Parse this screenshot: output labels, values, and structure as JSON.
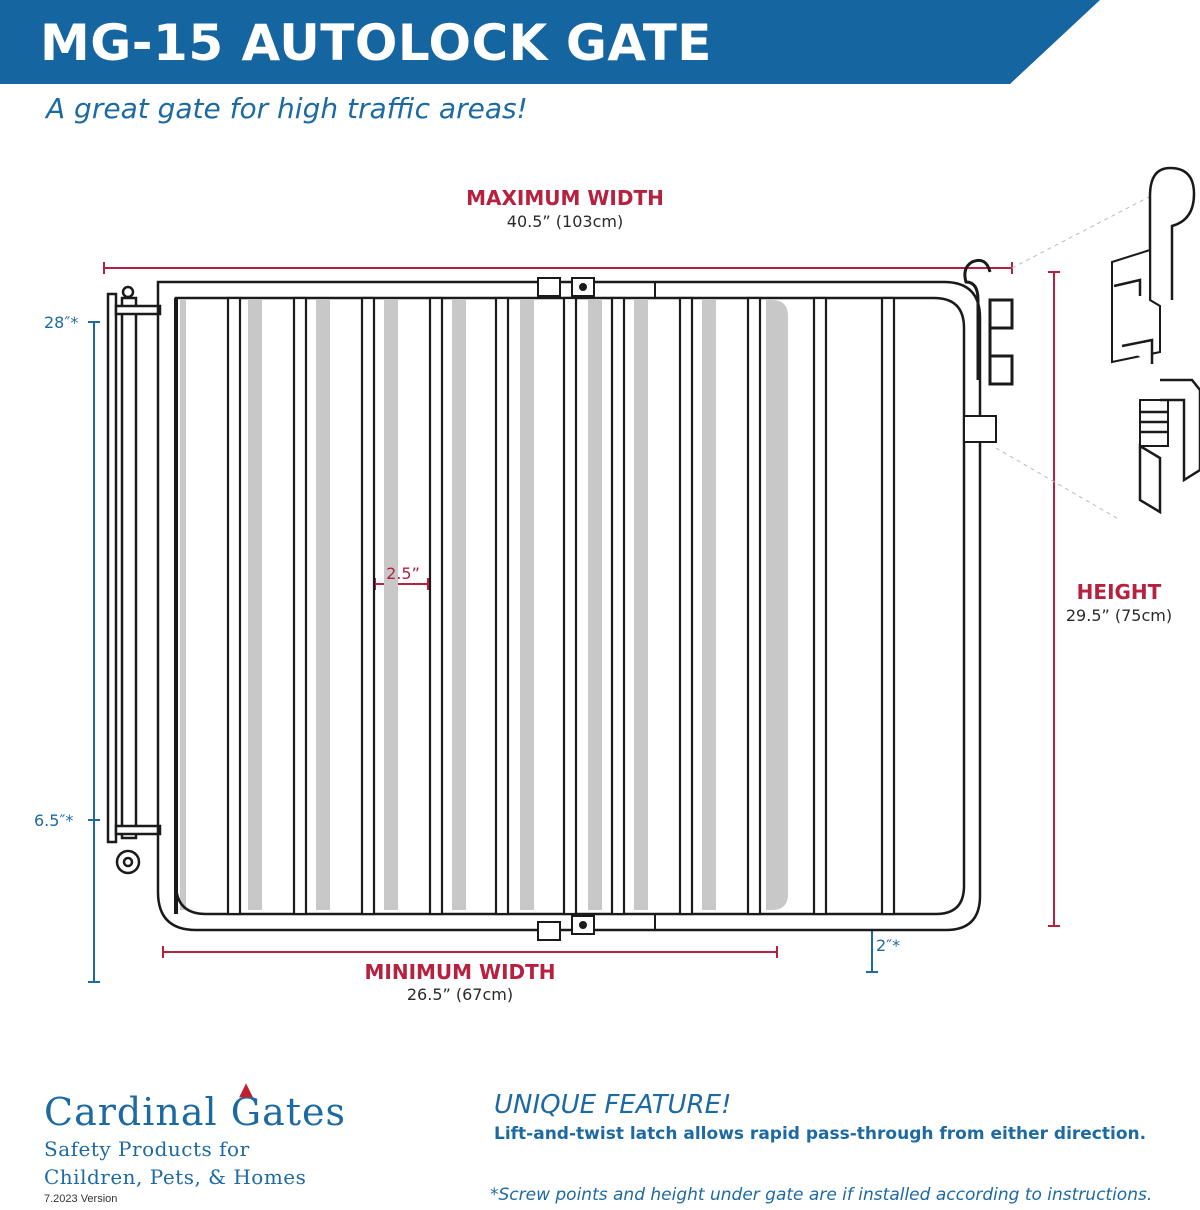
{
  "header": {
    "title": "MG-15 AUTOLOCK GATE",
    "subtitle": "A great gate for high traffic areas!",
    "banner_color": "#1566a0"
  },
  "dimensions": {
    "max_width": {
      "label": "MAXIMUM WIDTH",
      "value": "40.5” (103cm)"
    },
    "min_width": {
      "label": "MINIMUM WIDTH",
      "value": "26.5” (67cm)"
    },
    "height": {
      "label": "HEIGHT",
      "value": "29.5” (75cm)"
    },
    "bar_spacing": "2.5”",
    "upper_screw": "28″*",
    "lower_screw": "6.5″*",
    "floor_gap": "2″*"
  },
  "colors": {
    "dimension_red": "#b5213f",
    "dimension_blue": "#1d6aa3",
    "outline": "#1a1a1a",
    "shadow_bars": "#c8c8c8"
  },
  "brand": {
    "name": "Cardinal Gates",
    "tagline_line1": "Safety Products for",
    "tagline_line2": "Children, Pets, & Homes",
    "version": "7.2023 Version",
    "logo_icon": "cardinal-bird-icon"
  },
  "feature": {
    "title": "UNIQUE FEATURE!",
    "text": "Lift-and-twist latch allows rapid pass-through from either direction."
  },
  "footnote": "*Screw points and height under gate are if installed according to instructions."
}
